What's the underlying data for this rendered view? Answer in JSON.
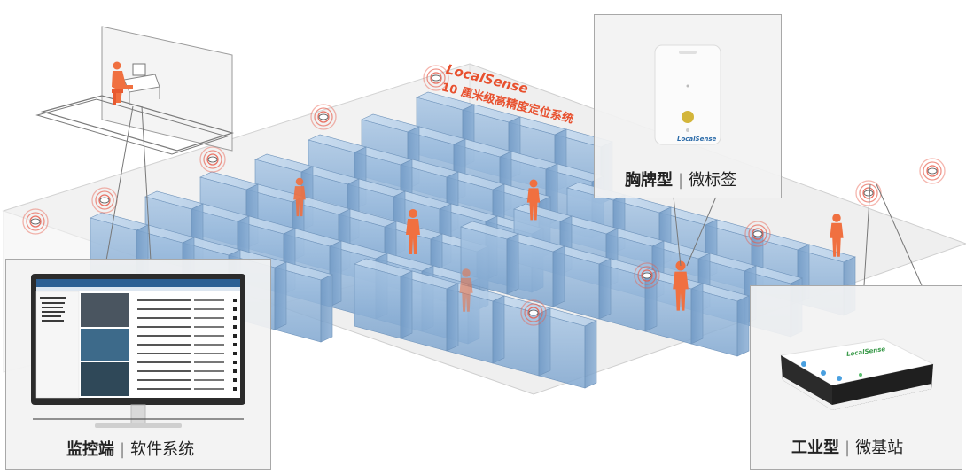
{
  "brand": {
    "logo_text": "LocalSense",
    "subtitle": "10 厘米级高精度定位系统"
  },
  "callouts": {
    "software": {
      "title": "监控端",
      "separator": "|",
      "desc": "软件系统"
    },
    "tag": {
      "title": "胸牌型",
      "separator": "|",
      "desc": "微标签",
      "device_logo": "LocalSense"
    },
    "anchor": {
      "title": "工业型",
      "separator": "|",
      "desc": "微基站",
      "device_logo": "LocalSense"
    }
  },
  "colors": {
    "brand": "#e8502e",
    "person": "#f07040",
    "rack": "#8fb4d8",
    "beacon_ring": "#e85a4a"
  },
  "icons": [
    "beacon-icon",
    "person-icon",
    "server-rack-icon",
    "monitor-icon",
    "badge-tag-icon",
    "base-station-icon"
  ]
}
